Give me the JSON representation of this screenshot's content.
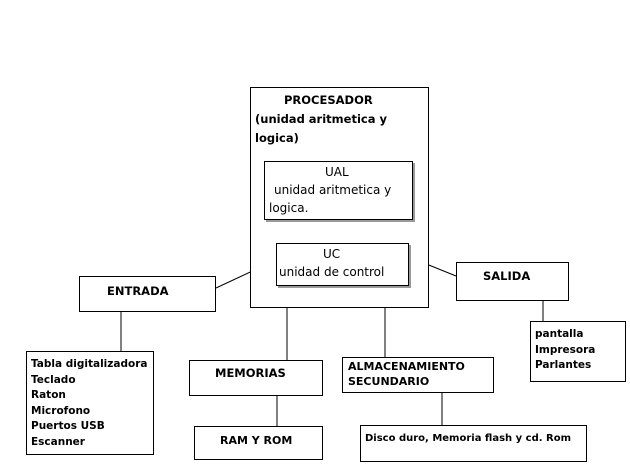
{
  "procesador": {
    "title": "PROCESADOR",
    "subtitle_line1": "(unidad aritmetica y",
    "subtitle_line2": "logica)"
  },
  "ual": {
    "title": "UAL",
    "line1": "unidad aritmetica y",
    "line2": "logica."
  },
  "uc": {
    "title": "UC",
    "line1": "unidad de control"
  },
  "entrada": {
    "label": "ENTRADA",
    "items": [
      "Tabla digitalizadora",
      "Teclado",
      "Raton",
      "Microfono",
      "Puertos USB",
      "Escanner"
    ]
  },
  "salida": {
    "label": "SALIDA",
    "items": [
      "pantalla",
      "Impresora",
      "Parlantes"
    ]
  },
  "memorias": {
    "label": "MEMORIAS",
    "sub": "RAM Y ROM"
  },
  "almacenamiento": {
    "label_line1": "ALMACENAMIENTO",
    "label_line2": "SECUNDARIO",
    "sub": "Disco duro, Memoria flash y cd. Rom"
  }
}
